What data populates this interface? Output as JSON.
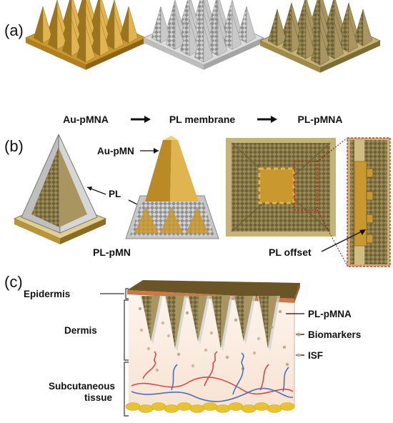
{
  "panels": {
    "a": {
      "label": "(a)",
      "captions": [
        "Au-pMNA",
        "PL membrane",
        "PL-pMNA"
      ]
    },
    "b": {
      "label": "(b)",
      "au_pmn": "Au-pMN",
      "pl": "PL",
      "pl_pmn": "PL-pMN",
      "pl_offset": "PL offset"
    },
    "c": {
      "label": "(c)",
      "left_labels": [
        "Epidermis",
        "Dermis",
        "Subcutaneous",
        "tissue"
      ],
      "right_labels": [
        "PL-pMNA",
        "Biomarkers",
        "ISF"
      ]
    }
  },
  "colors": {
    "gold": "#c9982f",
    "gold_dark": "#9c7420",
    "gold_light": "#e0b551",
    "silver": "#c9c9c9",
    "silver_dark": "#8f8f8f",
    "olive": "#a89560",
    "olive_dark": "#6f6238",
    "tan_base": "#c6b277",
    "skin_top": "#6b5426",
    "skin_edge": "#c77a4a",
    "dermis": "#fbefe4",
    "fat": "#e8c330",
    "vessel_red": "#d24a4a",
    "vessel_blue": "#4a6fb8"
  }
}
